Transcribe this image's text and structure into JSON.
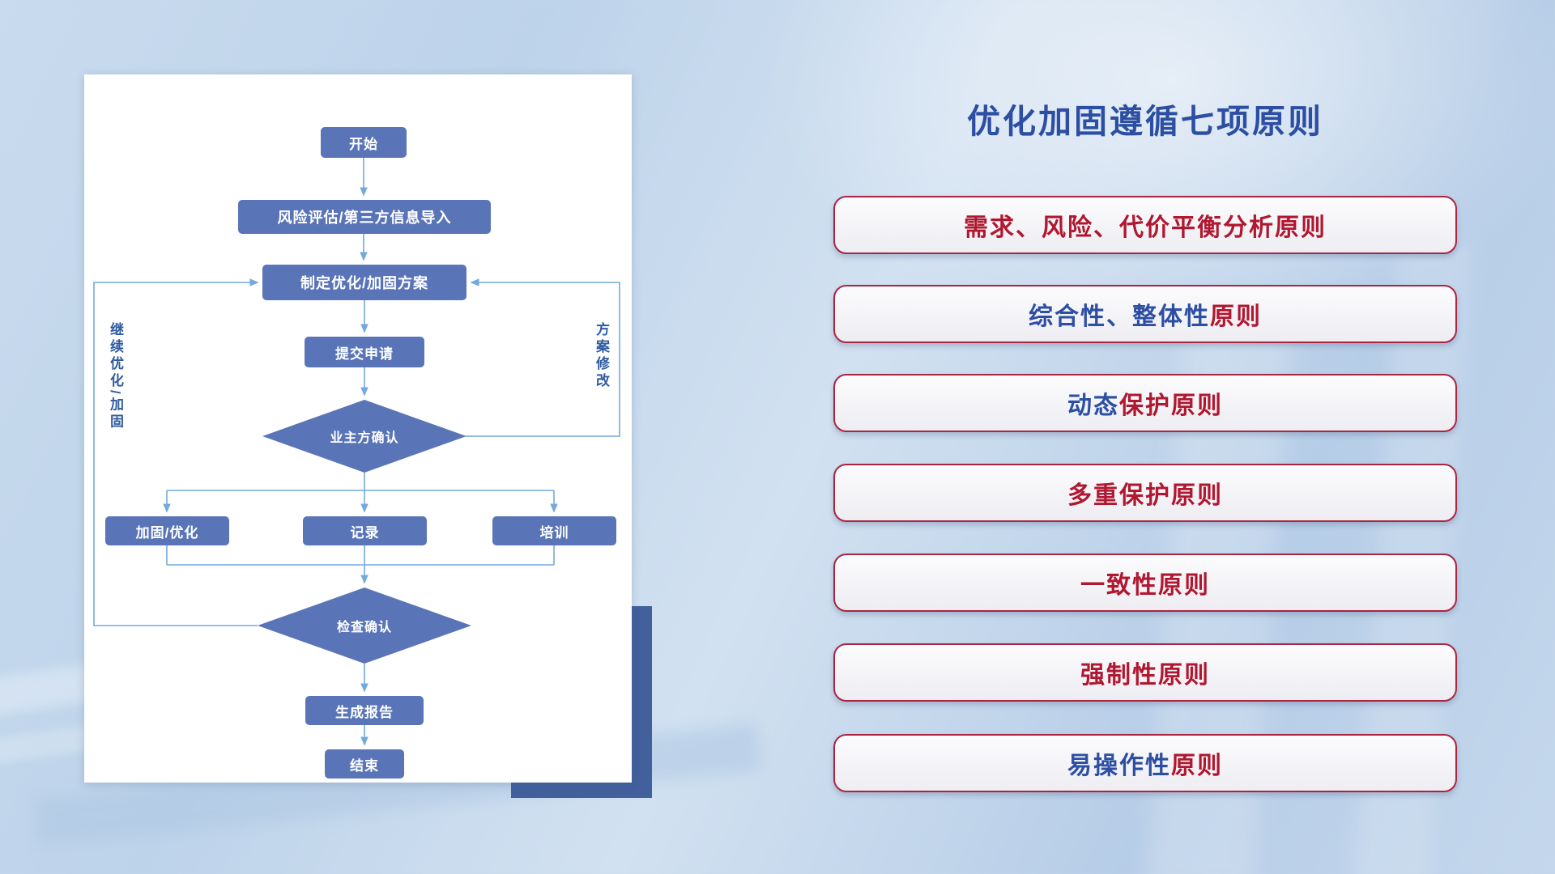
{
  "flow": {
    "nodes": {
      "start": "开始",
      "risk": "风险评估/第三方信息导入",
      "plan": "制定优化/加固方案",
      "submit": "提交申请",
      "owner_confirm": "业主方确认",
      "reinforce": "加固/优化",
      "record": "记录",
      "training": "培训",
      "check_confirm": "检查确认",
      "report": "生成报告",
      "end": "结束"
    },
    "labels": {
      "continue_loop": "继续优化/加固",
      "revise_loop": "方案修改"
    }
  },
  "principles": {
    "title": "优化加固遵循七项原则",
    "items": [
      {
        "blue": "",
        "red": "需求、风险、代价平衡分析原则"
      },
      {
        "blue": "综合性、整体性",
        "red": "原则"
      },
      {
        "blue": "动态",
        "red": "保护原则"
      },
      {
        "blue": "",
        "red": "多重保护原则"
      },
      {
        "blue": "",
        "red": "一致性原则"
      },
      {
        "blue": "",
        "red": "强制性原则"
      },
      {
        "blue": "易操作性",
        "red": "原则"
      }
    ]
  },
  "colors": {
    "accent_blue": "#2c4ea3",
    "accent_red": "#b01730",
    "node_blue": "#5a75b7",
    "connector_blue": "#74a9dc",
    "shadow_block": "#41609c"
  }
}
